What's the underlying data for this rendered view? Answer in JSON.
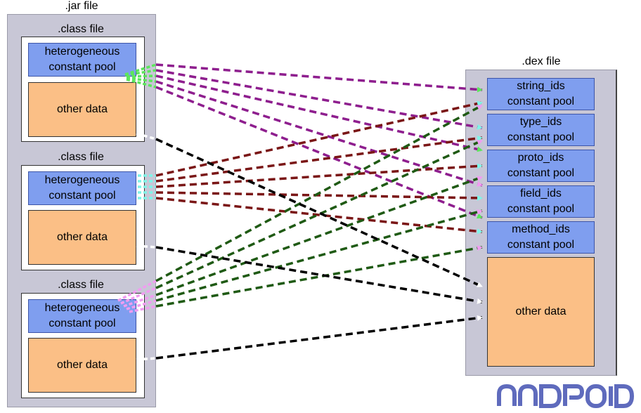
{
  "jar": {
    "title": ".jar file",
    "classes": [
      {
        "title": ".class file",
        "pool": [
          "heterogeneous",
          "constant pool"
        ],
        "other": "other data"
      },
      {
        "title": ".class file",
        "pool": [
          "heterogeneous",
          "constant pool"
        ],
        "other": "other data"
      },
      {
        "title": ".class file",
        "pool": [
          "heterogeneous",
          "constant pool"
        ],
        "other": "other data"
      }
    ]
  },
  "dex": {
    "title": ".dex file",
    "pools": [
      [
        "string_ids",
        "constant pool"
      ],
      [
        "type_ids",
        "constant pool"
      ],
      [
        "proto_ids",
        "constant pool"
      ],
      [
        "field_ids",
        "constant pool"
      ],
      [
        "method_ids",
        "constant pool"
      ]
    ],
    "other": "other data"
  },
  "logo": {
    "icon": "android-wordmark-icon"
  },
  "colors": {
    "container_bg": "#c8c7d6",
    "pool_bg": "#7f9eef",
    "other_bg": "#fbbf86",
    "class1_links": "#8e1e8e",
    "class2_links": "#7a1616",
    "class3_links": "#1f5a14",
    "other_links": "#000000",
    "arrowhead_string": "#5ce65c",
    "arrowhead_type": "#7ff5e8",
    "arrowhead_proto": "#f19cf1",
    "logo": "#5f6bbd"
  }
}
